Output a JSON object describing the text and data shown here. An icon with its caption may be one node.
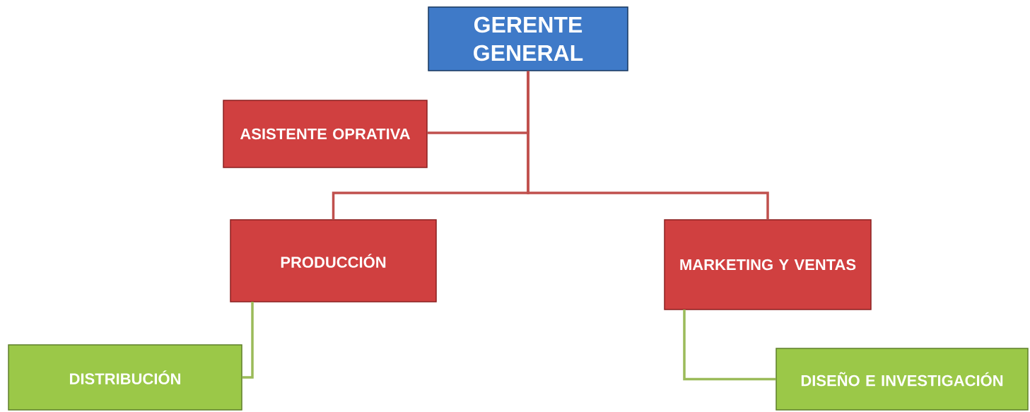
{
  "diagram": {
    "nodes": [
      {
        "text": [
          "GERENTE GENERAL"
        ]
      },
      {
        "text": [
          "ASISTENTE OPRATIVA"
        ]
      },
      {
        "text": [
          "PRODUCCIÓN"
        ]
      },
      {
        "text": [
          "MARKETING Y VENTAS"
        ]
      },
      {
        "text": [
          "DISTRIBUCIÓN"
        ]
      },
      {
        "text": [
          "DISEÑO E INVESTIGACIÓN"
        ]
      }
    ],
    "edges": [
      {
        "from": 0,
        "to": 1,
        "arrow": "none"
      },
      {
        "from": 0,
        "to": 2,
        "arrow": "none"
      },
      {
        "from": 0,
        "to": 3,
        "arrow": "none"
      },
      {
        "from": 2,
        "to": 4,
        "arrow": "none",
        "color": "#9bbb59"
      },
      {
        "from": 3,
        "to": 5,
        "arrow": "none",
        "color": "#9bbb59"
      }
    ]
  }
}
